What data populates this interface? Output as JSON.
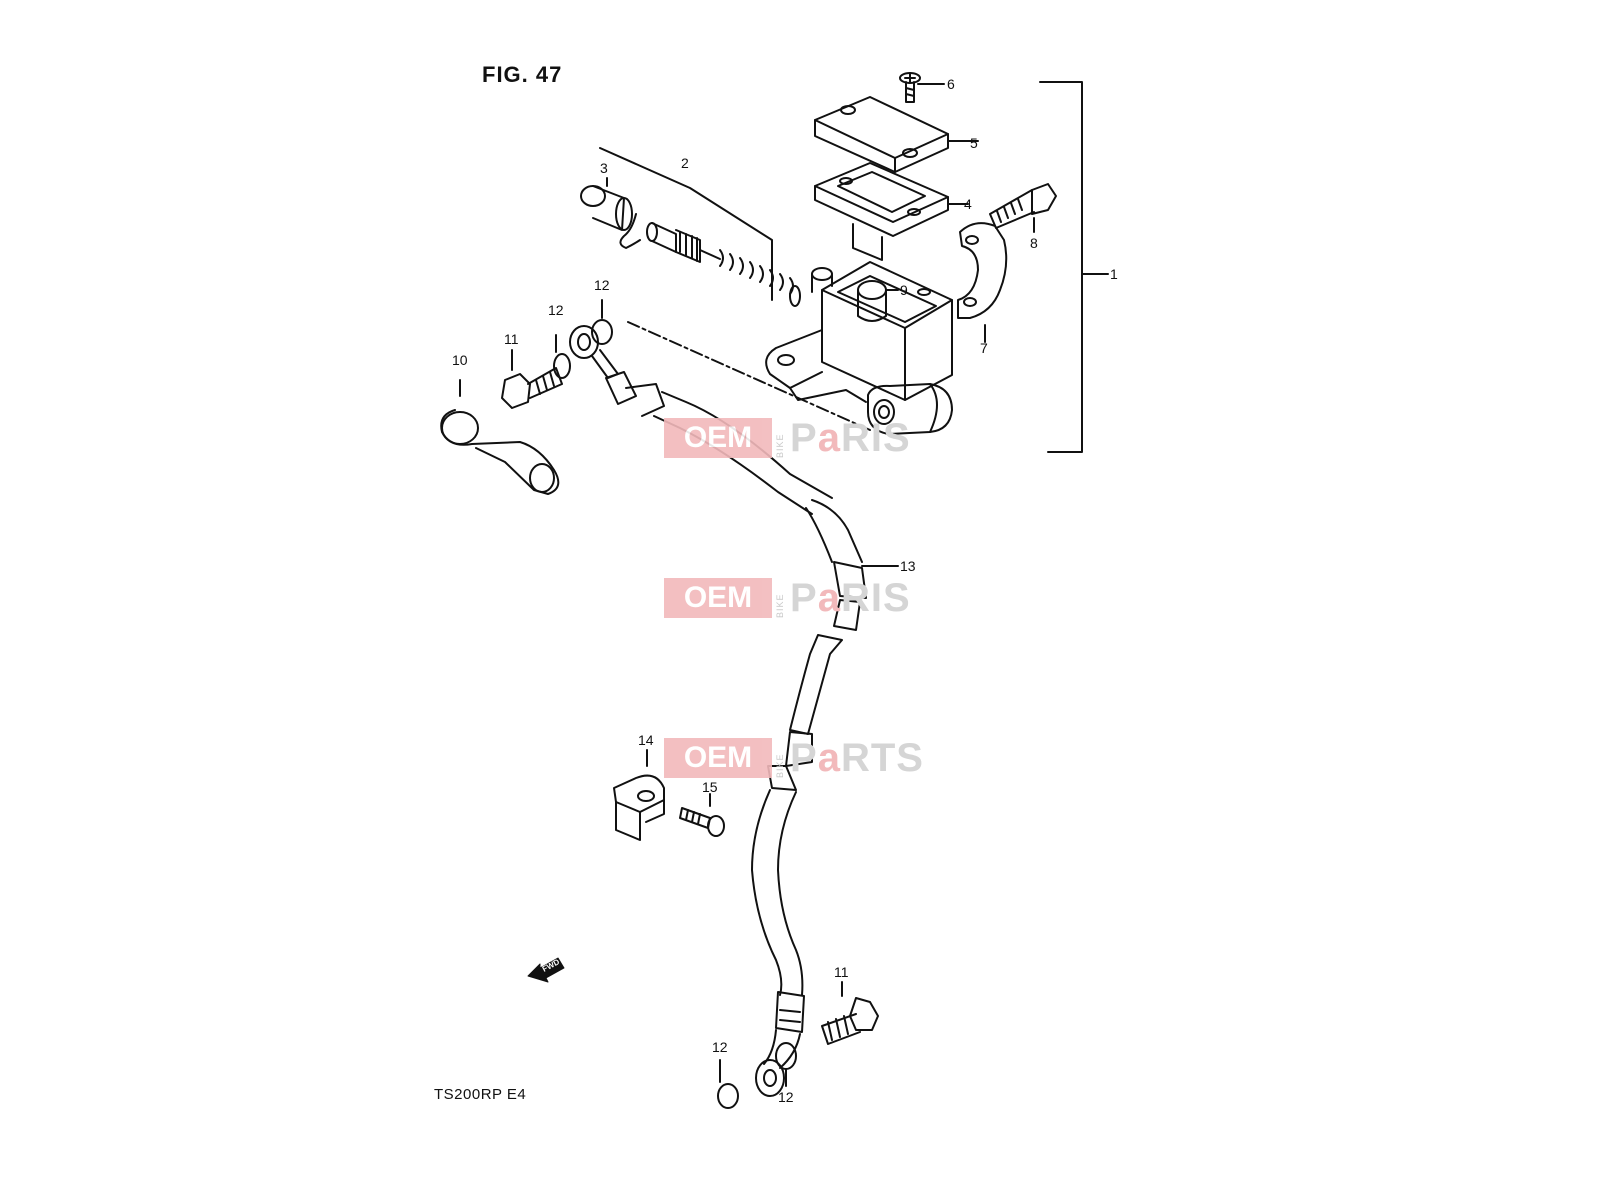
{
  "figure": {
    "title": "FIG. 47",
    "model_code": "TS200RP E4"
  },
  "callouts": {
    "c1": "1",
    "c2": "2",
    "c3": "3",
    "c4": "4",
    "c5": "5",
    "c6": "6",
    "c7": "7",
    "c8": "8",
    "c9": "9",
    "c10": "10",
    "c11a": "11",
    "c11b": "11",
    "c12a": "12",
    "c12b": "12",
    "c12c": "12",
    "c12d": "12",
    "c13": "13",
    "c14": "14",
    "c15": "15"
  },
  "direction_marker": "FWD",
  "watermark": {
    "left": "OEM",
    "middle": "BIKE",
    "right_a": "P",
    "right_b": "a",
    "right_c": "RTS",
    "right_alt": "RIS"
  },
  "colors": {
    "line": "#111111",
    "watermark_pink": "#f2b9bb",
    "watermark_grey": "#d5d5d5"
  }
}
